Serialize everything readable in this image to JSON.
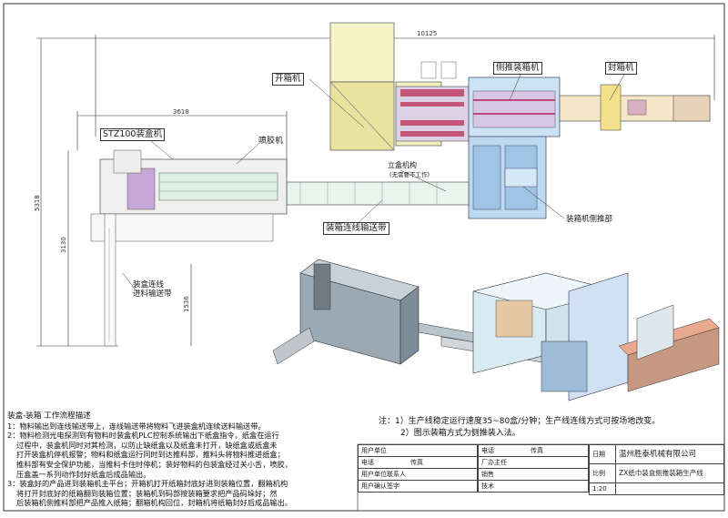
{
  "dimensions": {
    "total_length": "10125",
    "machine_length": "3618",
    "total_height": "5318",
    "height_3130": "3130",
    "height_1536": "1536"
  },
  "callouts": {
    "box_opener": "开箱机",
    "side_push_packer": "侧推装箱机",
    "case_sealer": "封箱机",
    "cartoner": "STZ100装盒机",
    "glue_machine": "喷胶机",
    "upright_box_mech": "立盒机构",
    "upright_box_note": "(无需要不工作)",
    "packing_conveyor": "装箱连线输送带",
    "packer_side_push": "装箱机侧推部",
    "infeed_conveyor_line1": "装盒连线",
    "infeed_conveyor_line2": "进料输送带"
  },
  "process": {
    "title": "装盒-装箱 工作流程描述",
    "lines": [
      "1：物料输出到连线输送带上，连线输送带将物料飞进装盒机连续送料输送带。",
      "2：物料检测光电探测到有物料时装盒机PLC控制系统输出下纸盒指令，纸盒在运行",
      "过程中，装盒机同时对其检测，以防止缺纸盒以及纸盒未打开，缺纸盒或纸盒未",
      "打开装盒机停机报警；物料和纸盒运行同时到达推料部，推料头将物料推进纸盒；",
      "推料部有安全保护功能，当推料卡住时停机；装好物料的包装盒经过关小舌，喷胶，",
      "压盒盖一系列动作封好纸盒后成品输出。",
      "3：装盒好的产品进到装箱机主平台；开箱机打开纸箱封底好进到装箱位置，翻箱机构",
      "将打开封底好的纸箱翻到装箱位置；装箱机到码部按装箱要求把产品码垛好；然",
      "后装箱机侧推料部把产品推入纸箱；翻箱机构回位，封箱机将纸箱封好后成品输出。"
    ]
  },
  "notes": {
    "line1": "注：1）生产线稳定运行速度35~80盒/分钟；生产线连线方式可按场地改变。",
    "line2": "2）图示装箱方式为侧推装入法。"
  },
  "title_block": {
    "user_unit": "用户单位",
    "phone": "电话",
    "fax": "传真",
    "user_contact": "用户单位联系人",
    "user_confirm": "用户确认签字",
    "factory_director": "厂办主任",
    "sales": "销售",
    "technical": "技术",
    "date": "日期",
    "scale": "比例",
    "scale_value": "1:20",
    "company": "温州胜泰机械有限公司",
    "drawing_title": "ZX纸巾装盒侧推装箱生产线"
  }
}
